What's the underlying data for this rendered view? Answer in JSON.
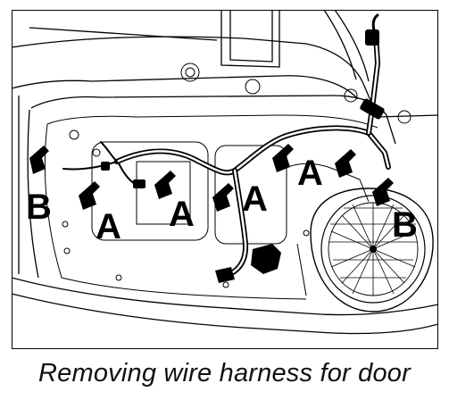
{
  "caption": "Removing wire harness for door",
  "labels": {
    "left_b": "B",
    "a1": "A",
    "a2": "A",
    "a3": "A",
    "a4": "A",
    "right_b": "B"
  },
  "colors": {
    "line": "#000000",
    "background": "#ffffff"
  }
}
